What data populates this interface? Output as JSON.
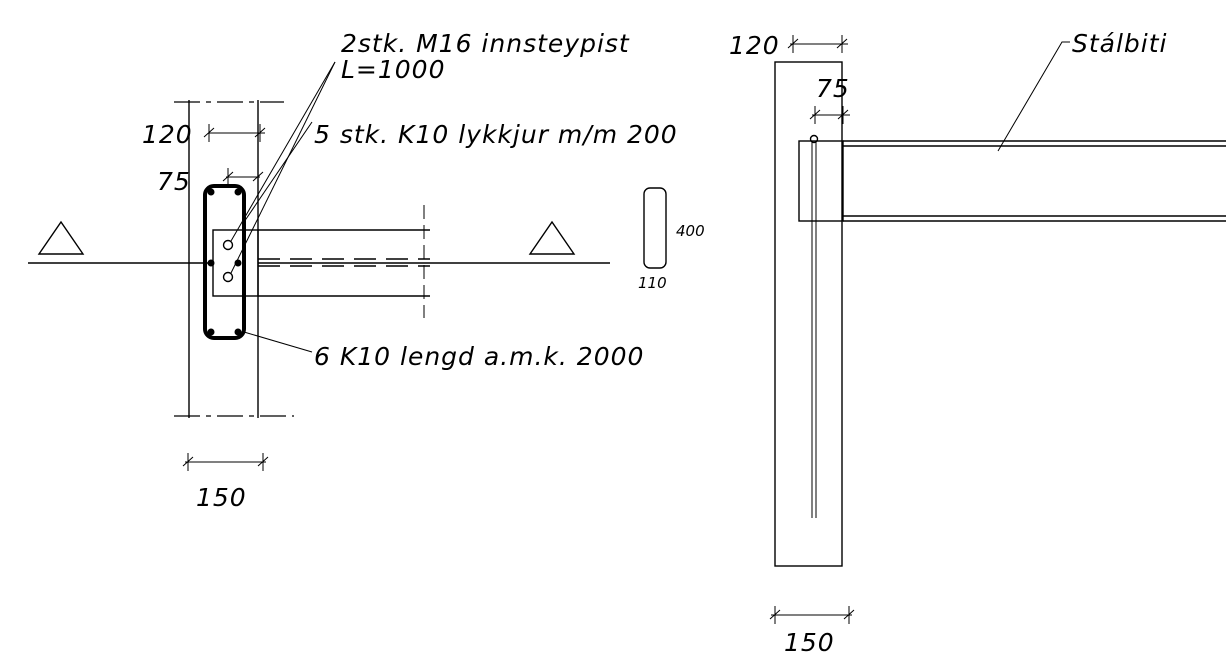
{
  "left_view": {
    "dim_top_1": "120",
    "dim_top_2": "75",
    "dim_bottom": "150",
    "note_anchor_1": "2stk. M16 innsteypist",
    "note_anchor_2": "L=1000",
    "note_stirrups": "5 stk. K10 lykkjur m/m 200",
    "note_bars": "6 K10 lengd a.m.k. 2000"
  },
  "stirrup_detail": {
    "height": "400",
    "width": "110"
  },
  "right_view": {
    "dim_top_1": "120",
    "dim_top_2": "75",
    "dim_bottom": "150",
    "beam_label": "Stálbiti"
  }
}
